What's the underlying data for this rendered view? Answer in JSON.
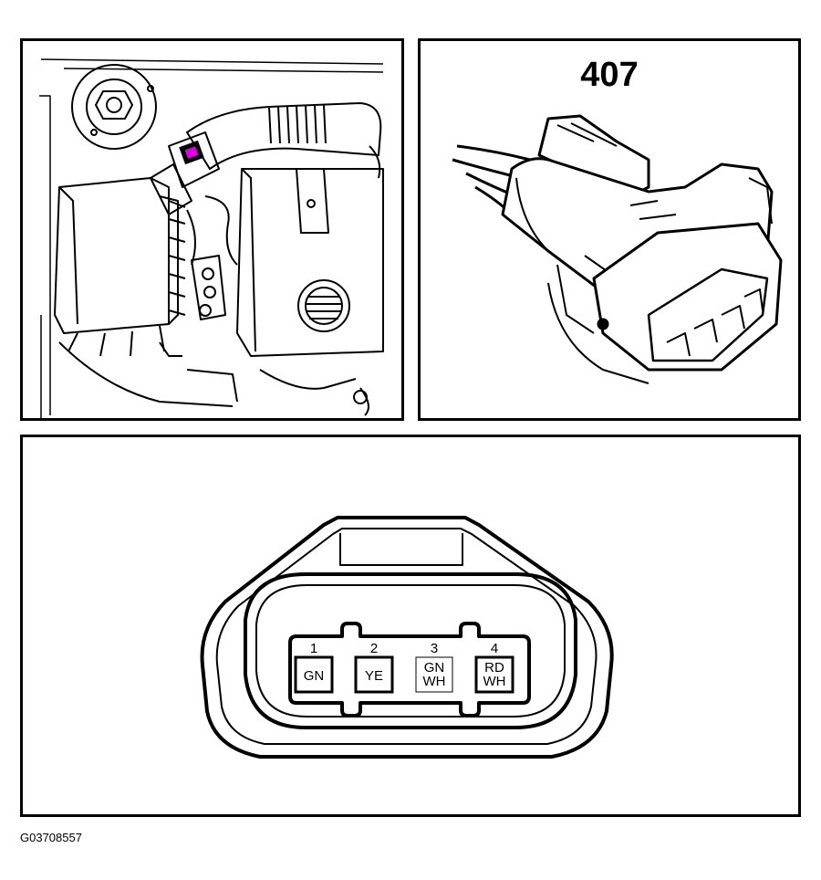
{
  "connector_callout": "407",
  "figure_id": "G03708557",
  "highlight_color": "#e100e1",
  "pins": [
    {
      "number": "1",
      "lines": [
        "GN"
      ],
      "terminal": "filled"
    },
    {
      "number": "2",
      "lines": [
        "YE"
      ],
      "terminal": "filled"
    },
    {
      "number": "3",
      "lines": [
        "GN",
        "WH"
      ],
      "terminal": "empty"
    },
    {
      "number": "4",
      "lines": [
        "RD",
        "WH"
      ],
      "terminal": "filled"
    }
  ]
}
